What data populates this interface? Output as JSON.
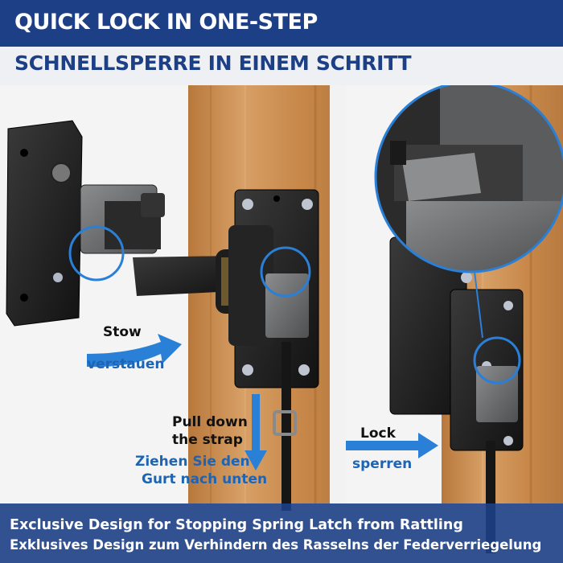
{
  "header": {
    "title_en": "QUICK LOCK IN ONE-STEP",
    "title_de": "SCHNELLSPERRE IN EINEM SCHRITT"
  },
  "steps": {
    "stow": {
      "en": "Stow",
      "de": "verstauen"
    },
    "pull": {
      "en_line1": "Pull down",
      "en_line2": "the strap",
      "de_line1": "Ziehen Sie den",
      "de_line2": "Gurt nach unten"
    },
    "lock": {
      "en": "Lock",
      "de": "sperren"
    }
  },
  "footer": {
    "line_en": "Exclusive Design for Stopping Spring Latch from Rattling",
    "line_de": "Exklusives Design zum Verhindern des Rasselns der Federverriegelung"
  },
  "colors": {
    "brand_blue": "#1c3f86",
    "accent_blue": "#1e64b4",
    "arrow_blue": "#2a7fd6",
    "wood": "#c98a4c"
  },
  "icons": [
    "tv-mount-bracket-icon",
    "arrow-right-icon",
    "arrow-down-icon",
    "magnifier-circle-icon",
    "strap-icon"
  ]
}
